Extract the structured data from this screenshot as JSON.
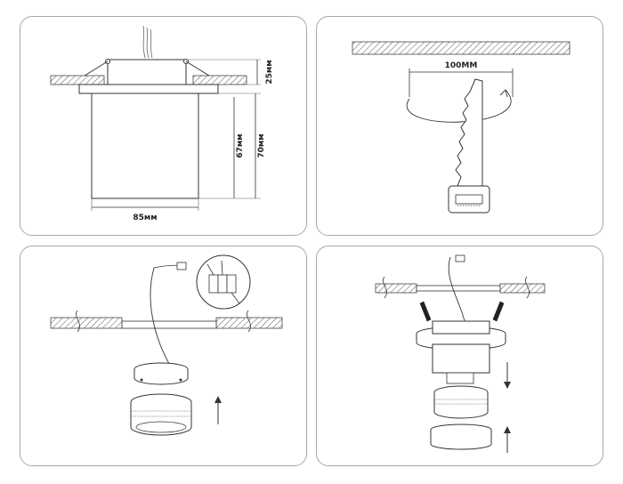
{
  "panels": {
    "p1": {
      "height_top": "25мм",
      "height_inner": "67мм",
      "height_total": "70мм",
      "width": "85мм"
    },
    "p2": {
      "cutout": "100ММ"
    }
  },
  "colors": {
    "line": "#333333",
    "border": "#a8a8a8",
    "hatch": "#555555"
  }
}
